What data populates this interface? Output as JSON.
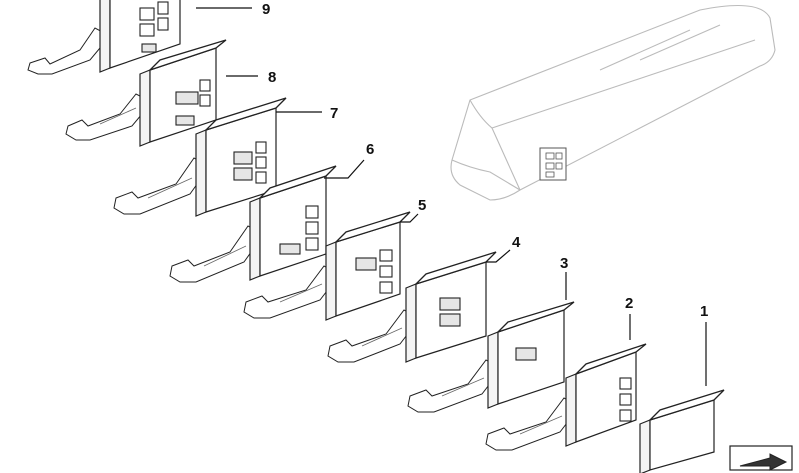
{
  "diagram": {
    "callouts": [
      {
        "label": "1"
      },
      {
        "label": "2"
      },
      {
        "label": "3"
      },
      {
        "label": "4"
      },
      {
        "label": "5"
      },
      {
        "label": "6"
      },
      {
        "label": "7"
      },
      {
        "label": "8"
      },
      {
        "label": "9"
      }
    ],
    "console_icon": "center-console-overview",
    "nav_icon": "arrow-right-icon"
  }
}
